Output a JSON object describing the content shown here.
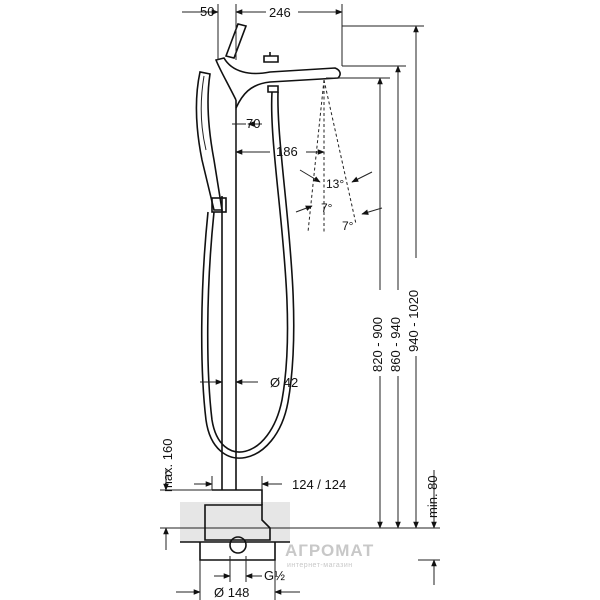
{
  "dimensions": {
    "top_offset": "50",
    "top_reach": "246",
    "spout_offset": "70",
    "handshower_reach": "186",
    "angle_spray": "13°",
    "angle_left": "7°",
    "angle_right": "7°",
    "pipe_diameter": "Ø 42",
    "spout_height": "820 - 900",
    "mid_height": "860 - 940",
    "total_height": "940 - 1020",
    "floor_min": "min. 80",
    "hose_max": "max. 160",
    "cover_plate": "124 / 124",
    "base_diameter": "Ø 148",
    "connection": "G½"
  },
  "watermark": {
    "brand": "АГРОМАТ",
    "sub": "интернет-магазин"
  },
  "colors": {
    "line": "#111111",
    "watermark": "#c8c8c8",
    "floor_fill": "#e6e6e6"
  }
}
